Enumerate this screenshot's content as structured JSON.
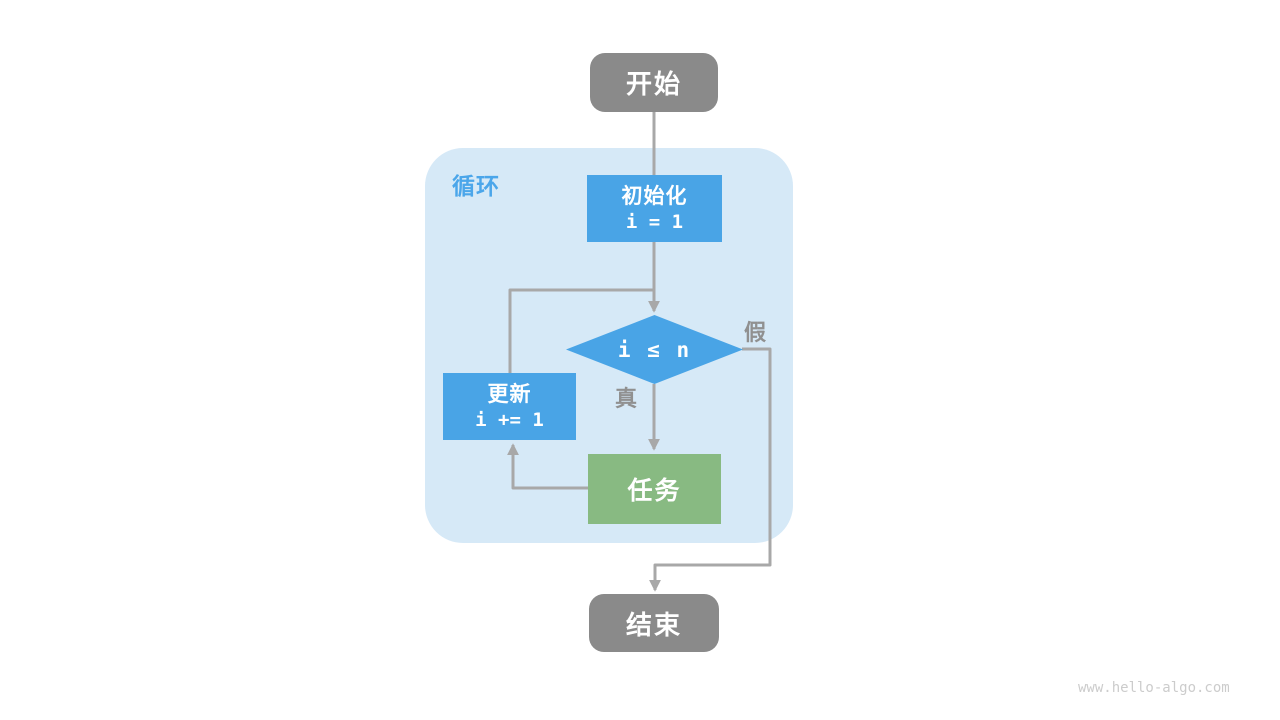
{
  "diagram": {
    "container": {
      "label": "循环"
    },
    "nodes": {
      "start": {
        "label": "开始"
      },
      "init": {
        "title": "初始化",
        "code": "i = 1"
      },
      "condition": {
        "code": "i ≤ n"
      },
      "update": {
        "title": "更新",
        "code": "i += 1"
      },
      "task": {
        "label": "任务"
      },
      "end": {
        "label": "结束"
      }
    },
    "edge_labels": {
      "yes": "真",
      "no": "假"
    },
    "colors": {
      "terminal_gray": "#8a8a8a",
      "accent_blue": "#49a4e6",
      "task_green": "#88ba82",
      "container_fill": "#d6e9f7",
      "connector_gray": "#a8a8a8",
      "edge_label_gray": "#909090",
      "loop_label_blue": "#4ba6ea",
      "watermark_gray": "#cccccc"
    },
    "watermark": "www.hello-algo.com"
  }
}
